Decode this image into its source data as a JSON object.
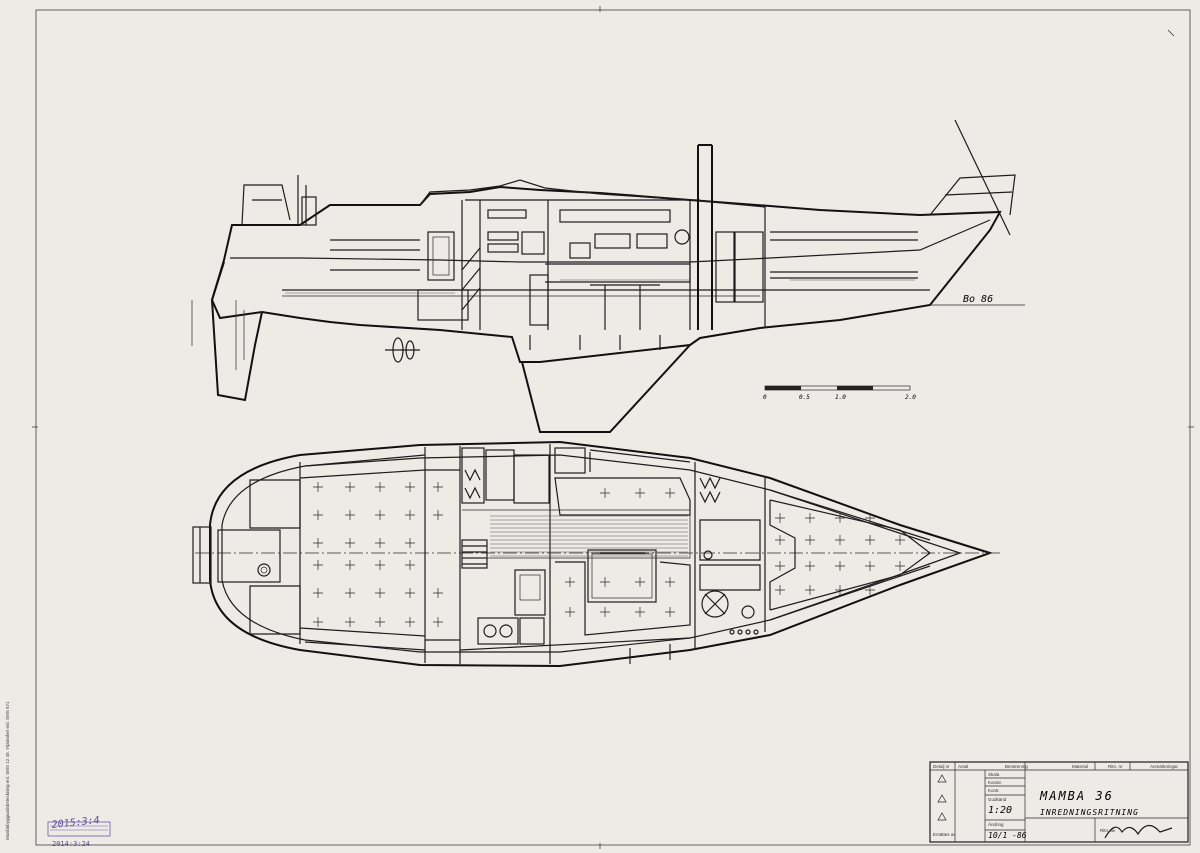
{
  "drawing": {
    "annotation_profile": "Bo 86",
    "scale_bar": {
      "ticks": [
        "0",
        "0.5",
        "1.0",
        "2.0"
      ]
    }
  },
  "title_block": {
    "headers": [
      "Detalj nr",
      "Antal",
      "Benämning",
      "Material",
      "Ritn. nr",
      "Anmärkningar"
    ],
    "row_labels": [
      "Skala",
      "Konstr.",
      "Kontr.",
      "Godkänd",
      "Ändring",
      "Ersättes av"
    ],
    "scale_label": "Skala",
    "scale_value": "1:20",
    "date_value": "10/1 -86",
    "title": "MAMBA 36",
    "subtitle": "INREDNINGSRITNING",
    "signature_label": "Ritn. av",
    "signature": "signature"
  },
  "margin_note": "Maskinbyggnadsbeteckning enl. SMS 12 40. Ytjämnhet enl. SMS 671",
  "stamps": {
    "handwritten_number": "2015:3:4",
    "archive_stamp": "2014:3:24"
  }
}
